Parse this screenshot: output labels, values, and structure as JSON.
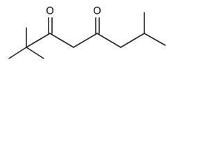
{
  "molecule": {
    "atoms": [
      {
        "id": "o1",
        "label": "O"
      },
      {
        "id": "o2",
        "label": "O"
      }
    ],
    "colors": {
      "bond": "#222222",
      "background": "#ffffff"
    }
  }
}
